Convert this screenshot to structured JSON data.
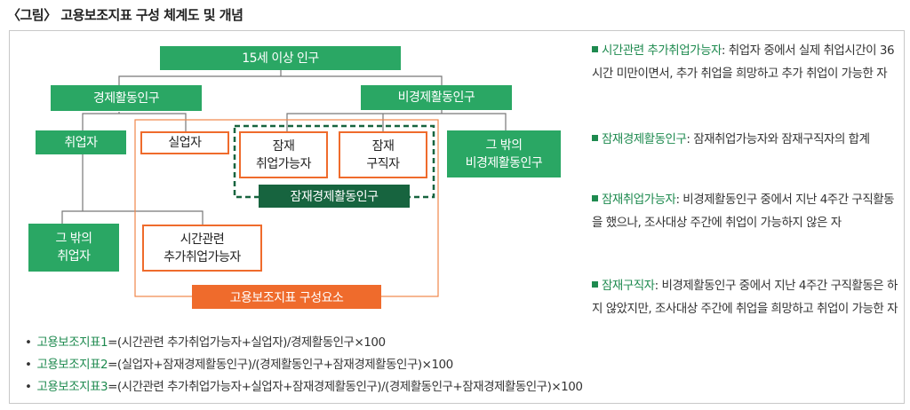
{
  "title": "〈그림〉 고용보조지표 구성 체계도 및 개념",
  "diagram": {
    "root": "15세 이상 인구",
    "economically_active": "경제활동인구",
    "economically_inactive": "비경제활동인구",
    "employed": "취업자",
    "unemployed": "실업자",
    "potential_available": [
      "잠재",
      "취업가능자"
    ],
    "potential_seekers": [
      "잠재",
      "구직자"
    ],
    "potential_labor_force": "잠재경제활동인구",
    "other_inactive": [
      "그 밖의",
      "비경제활동인구"
    ],
    "other_employed": [
      "그 밖의",
      "취업자"
    ],
    "time_related": [
      "시간관련",
      "추가취업가능자"
    ],
    "components_label": "고용보조지표 구성요소"
  },
  "definitions": [
    {
      "term": "시간관련 추가취업가능자",
      "text": ": 취업자 중에서 실제 취업시간이 36시간 미만이면서, 추가 취업을 희망하고 추가 취업이 가능한 자"
    },
    {
      "term": "잠재경제활동인구",
      "text": ": 잠재취업가능자와 잠재구직자의 합계"
    },
    {
      "term": "잠재취업가능자",
      "text": ": 비경제활동인구 중에서 지난 4주간 구직활동을 했으나, 조사대상 주간에 취업이 가능하지 않은 자"
    },
    {
      "term": "잠재구직자",
      "text": ": 비경제활동인구 중에서 지난 4주간 구직활동은 하지 않았지만, 조사대상 주간에 취업을 희망하고 취업이 가능한 자"
    }
  ],
  "formulas": [
    {
      "bullet": "•",
      "term": "고용보조지표1",
      "text": "=(시간관련 추가취업가능자+실업자)/경제활동인구×100"
    },
    {
      "bullet": "•",
      "term": "고용보조지표2",
      "text": "=(실업자+잠재경제활동인구)/(경제활동인구+잠재경제활동인구)×100"
    },
    {
      "bullet": "•",
      "term": "고용보조지표3",
      "text": "=(시간관련 추가취업가능자+실업자+잠재경제활동인구)/(경제활동인구+잠재경제활동인구)×100"
    }
  ],
  "colors": {
    "green": "#2aa764",
    "dark_green": "#17643f",
    "orange": "#ef6b2c",
    "term_green": "#1e8a4f"
  }
}
